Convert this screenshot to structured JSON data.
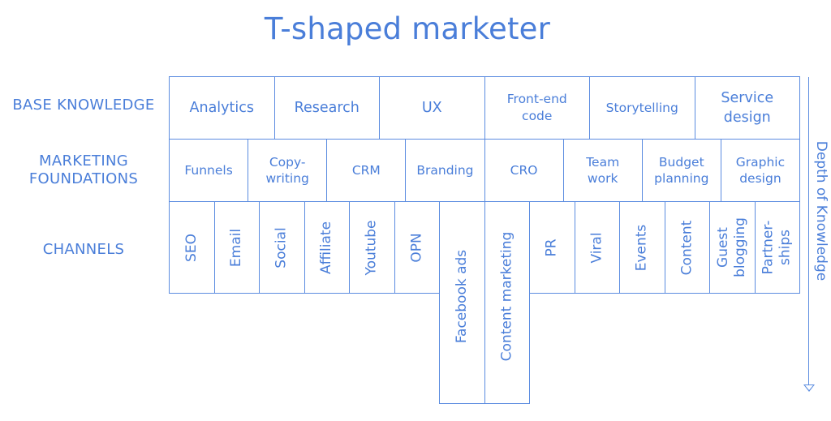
{
  "title": "T-shaped marketer",
  "rows": {
    "base": "BASE KNOWLEDGE",
    "foundations": [
      "MARKETING",
      "FOUNDATIONS"
    ],
    "channels": "CHANNELS"
  },
  "depth_label": "Depth of Knowledge",
  "base_items": [
    [
      "Analytics"
    ],
    [
      "Research"
    ],
    [
      "UX"
    ],
    [
      "Front-end",
      "code"
    ],
    [
      "Storytelling"
    ],
    [
      "Service",
      "design"
    ]
  ],
  "foundation_items": [
    [
      "Funnels"
    ],
    [
      "Copy-",
      "writing"
    ],
    [
      "CRM"
    ],
    [
      "Branding"
    ],
    [
      "CRO"
    ],
    [
      "Team",
      "work"
    ],
    [
      "Budget",
      "planning"
    ],
    [
      "Graphic",
      "design"
    ]
  ],
  "channel_items": [
    [
      "SEO"
    ],
    [
      "Email"
    ],
    [
      "Social"
    ],
    [
      "Affiliate"
    ],
    [
      "Youtube"
    ],
    [
      "OPN"
    ],
    [
      "Facebook ads"
    ],
    [
      "Content marketing"
    ],
    [
      "PR"
    ],
    [
      "Viral"
    ],
    [
      "Events"
    ],
    [
      "Content"
    ],
    [
      "Guest",
      "blogging"
    ],
    [
      "Partner-",
      "ships"
    ]
  ],
  "colors": {
    "accent": "#4a7ed9",
    "border": "#5b8ce0"
  }
}
